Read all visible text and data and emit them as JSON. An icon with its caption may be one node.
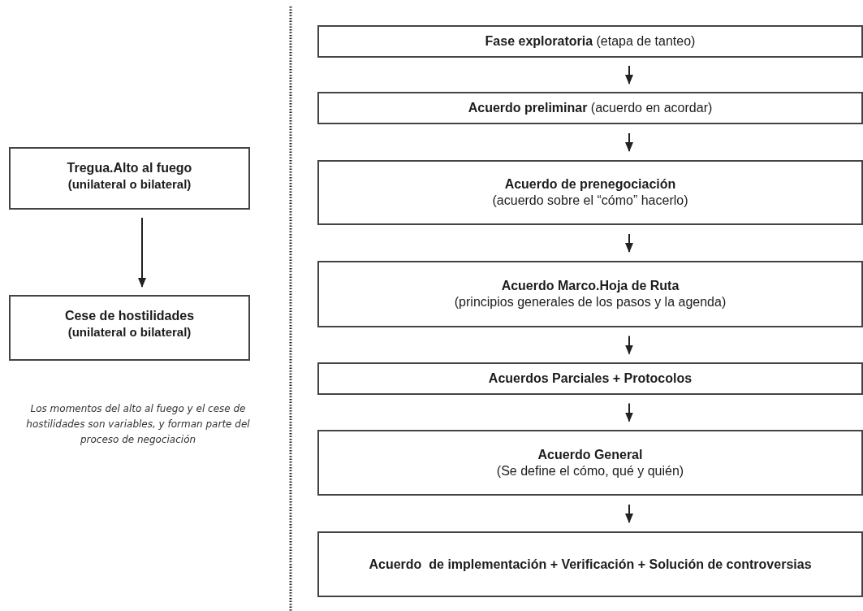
{
  "diagram": {
    "nodes": [
      {
        "text": [
          "Tregua.Alto al fuego",
          "(unilateral o bilateral)"
        ]
      },
      {
        "text": [
          "Cese de hostilidades",
          "(unilateral o bilateral)"
        ]
      },
      {
        "text": [
          "**Fase exploratoria** (etapa de tanteo)"
        ]
      },
      {
        "text": [
          "**Acuerdo preliminar** (acuerdo en acordar)"
        ]
      },
      {
        "text": [
          "Acuerdo de prenegociación",
          "(acuerdo sobre el “cómo” hacerlo)"
        ]
      },
      {
        "text": [
          "Acuerdo Marco.Hoja de Ruta",
          "(principios generales de los pasos y la agenda)"
        ]
      },
      {
        "text": [
          "Acuerdos Parciales + Protocolos"
        ]
      },
      {
        "text": [
          "Acuerdo General",
          "(Se define el cómo, qué y quién)"
        ]
      },
      {
        "text": [
          "Acuerdo  de implementación + Verificación + Solución de controversias"
        ]
      }
    ],
    "edges": [
      {
        "from": 0,
        "to": 1,
        "arrow": "to"
      },
      {
        "from": 2,
        "to": 3,
        "arrow": "to"
      },
      {
        "from": 3,
        "to": 4,
        "arrow": "to"
      },
      {
        "from": 4,
        "to": 5,
        "arrow": "to"
      },
      {
        "from": 5,
        "to": 6,
        "arrow": "to"
      },
      {
        "from": 6,
        "to": 7,
        "arrow": "to"
      },
      {
        "from": 7,
        "to": 8,
        "arrow": "to"
      }
    ],
    "labels": [
      "Los momentos del alto al fuego y el cese de hostilidades son variables, y forman parte del proceso de negociación"
    ]
  }
}
